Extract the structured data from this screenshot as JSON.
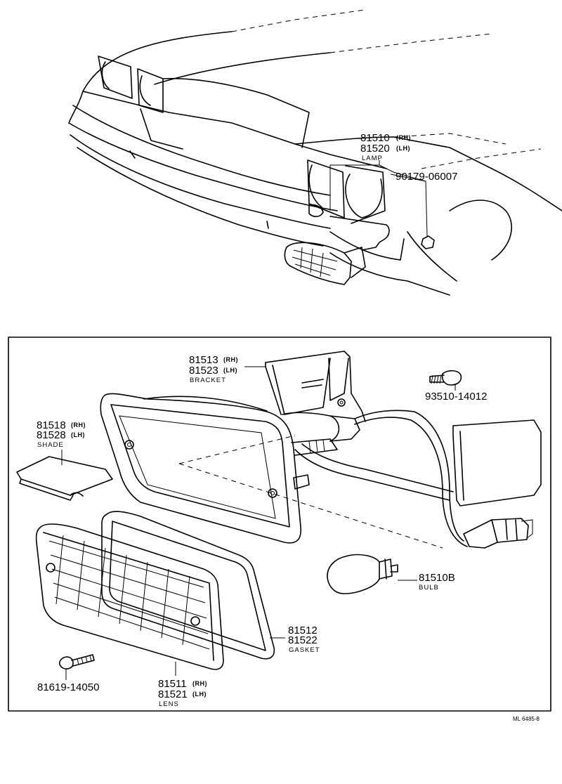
{
  "overview": {
    "lamp": {
      "num_rh": "81510",
      "sfx_rh": "(RH)",
      "num_lh": "81520",
      "sfx_lh": "(LH)",
      "name": "LAMP"
    },
    "nut": {
      "num": "90179-06007"
    }
  },
  "parts": {
    "bracket": {
      "num_rh": "81513",
      "sfx_rh": "(RH)",
      "num_lh": "81523",
      "sfx_lh": "(LH)",
      "name": "BRACKET"
    },
    "screw_bracket": {
      "num": "93510-14012"
    },
    "shade": {
      "num_rh": "81518",
      "sfx_rh": "(RH)",
      "num_lh": "81528",
      "sfx_lh": "(LH)",
      "name": "SHADE"
    },
    "bulb": {
      "num": "81510B",
      "name": "BULB"
    },
    "gasket": {
      "num_rh": "81512",
      "num_lh": "81522",
      "name": "GASKET"
    },
    "screw_lens": {
      "num": "81619-14050"
    },
    "lens": {
      "num_rh": "81511",
      "sfx_rh": "(RH)",
      "num_lh": "81521",
      "sfx_lh": "(LH)",
      "name": "LENS"
    }
  },
  "footer_code": "ML 6485-8"
}
